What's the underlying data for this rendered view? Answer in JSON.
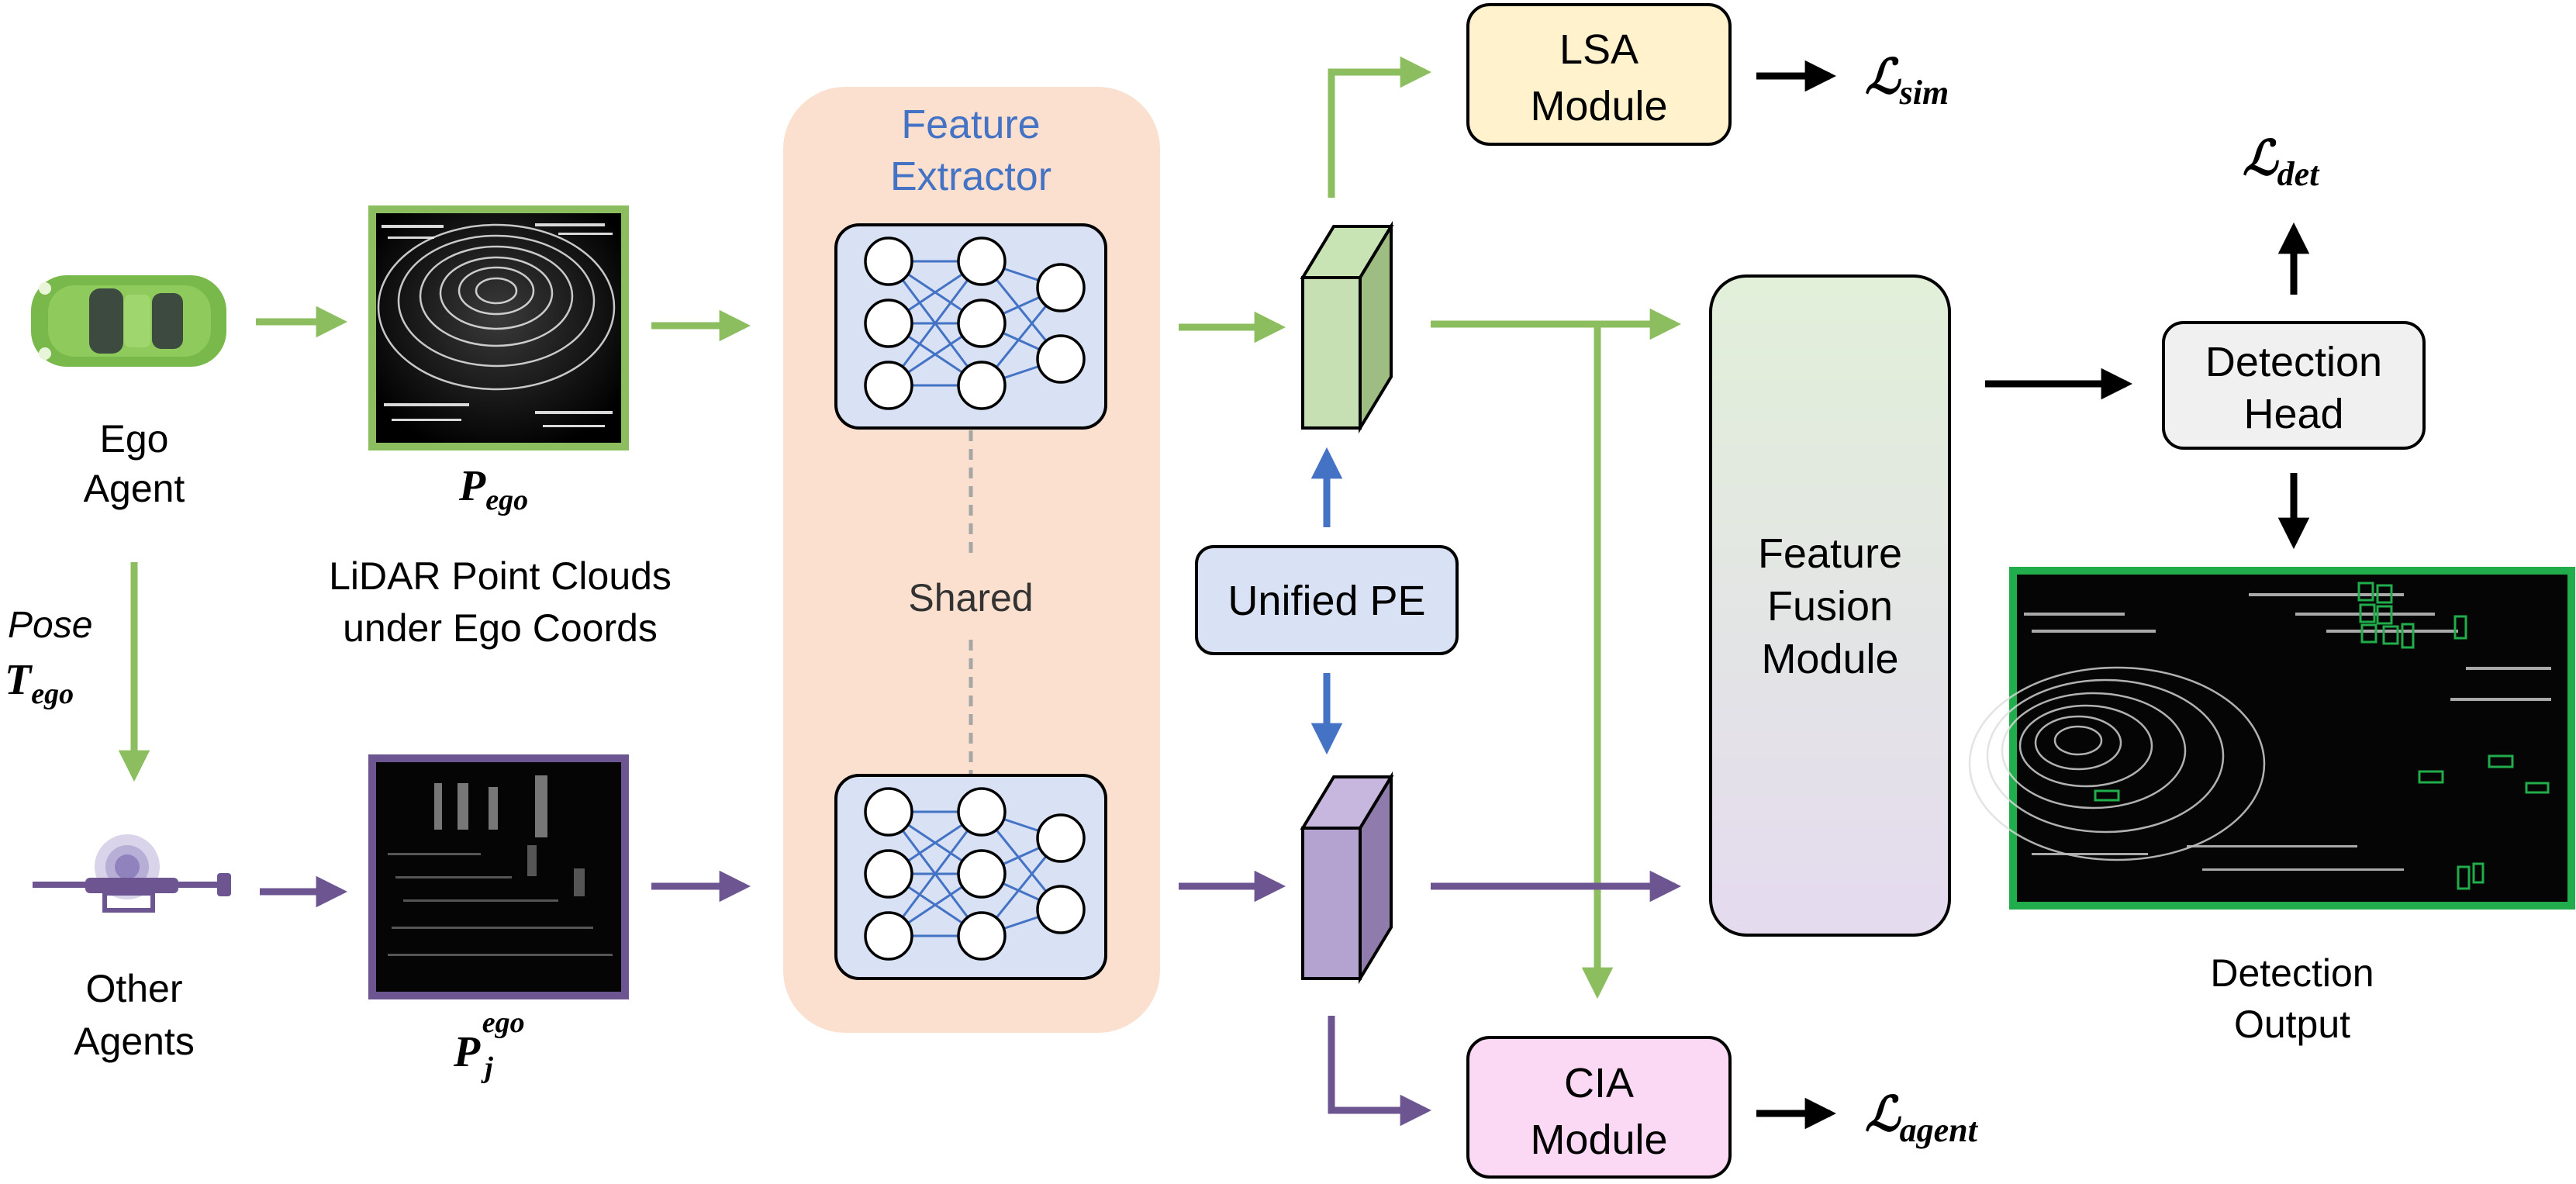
{
  "ego_agent": {
    "line1": "Ego",
    "line2": "Agent"
  },
  "other_agents": {
    "line1": "Other",
    "line2": "Agents"
  },
  "pose": {
    "label": "Pose",
    "symbol": "T",
    "subscript": "ego"
  },
  "p_ego": {
    "symbol": "P",
    "subscript": "ego"
  },
  "p_j_ego": {
    "symbol": "P",
    "subscript": "j",
    "superscript": "ego"
  },
  "lidar_caption": {
    "line1": "LiDAR Point Clouds",
    "line2": "under Ego Coords"
  },
  "feature_extractor": {
    "line1": "Feature",
    "line2": "Extractor",
    "shared": "Shared"
  },
  "unified_pe": {
    "label": "Unified PE"
  },
  "lsa_module": {
    "line1": "LSA",
    "line2": "Module"
  },
  "cia_module": {
    "line1": "CIA",
    "line2": "Module"
  },
  "feature_fusion": {
    "line1": "Feature",
    "line2": "Fusion",
    "line3": "Module"
  },
  "detection_head": {
    "line1": "Detection",
    "line2": "Head"
  },
  "detection_output": {
    "line1": "Detection",
    "line2": "Output"
  },
  "losses": {
    "sim": {
      "symbol": "ℒ",
      "subscript": "sim"
    },
    "det": {
      "symbol": "ℒ",
      "subscript": "det"
    },
    "agent": {
      "symbol": "ℒ",
      "subscript": "agent"
    }
  },
  "colors": {
    "green": "#8cbd5f",
    "purple": "#6d5592",
    "blue": "#4472c4",
    "feature_bg": "#fbe0cf",
    "nn_box": "#d8e2f4",
    "lsa_fill": "#fff2cc",
    "cia_fill": "#fbd9f5",
    "head_fill": "#f0f0f0",
    "output_border": "#21ad4b"
  }
}
